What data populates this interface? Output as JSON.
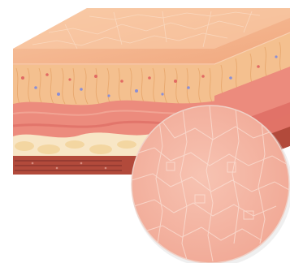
{
  "illustration": {
    "subject": "skin-cross-section",
    "colors": {
      "background": "#ffffff",
      "surface_top": "#f6bb93",
      "surface_top_light": "#f9cdab",
      "surface_front": "#f3aa80",
      "surface_side": "#ea9a6f",
      "dermis_band": "#f4c08f",
      "dermis_fibers": "#e6a469",
      "vessel_red": "#e26a63",
      "vessel_blue": "#8a8fd6",
      "layer_pink": "#ec8b7d",
      "layer_deep_pink": "#e06f66",
      "fat_cream": "#f8e6c6",
      "fat_yellow": "#f3d59e",
      "base_red": "#b24a3b",
      "base_dark": "#7d2f2b",
      "magnifier_fill": "#f4b3a0",
      "magnifier_pattern": "#fbe1d6",
      "magnifier_shadow": "#dcdcdc"
    },
    "icons": [
      "skin-block",
      "magnifier-lens"
    ]
  }
}
